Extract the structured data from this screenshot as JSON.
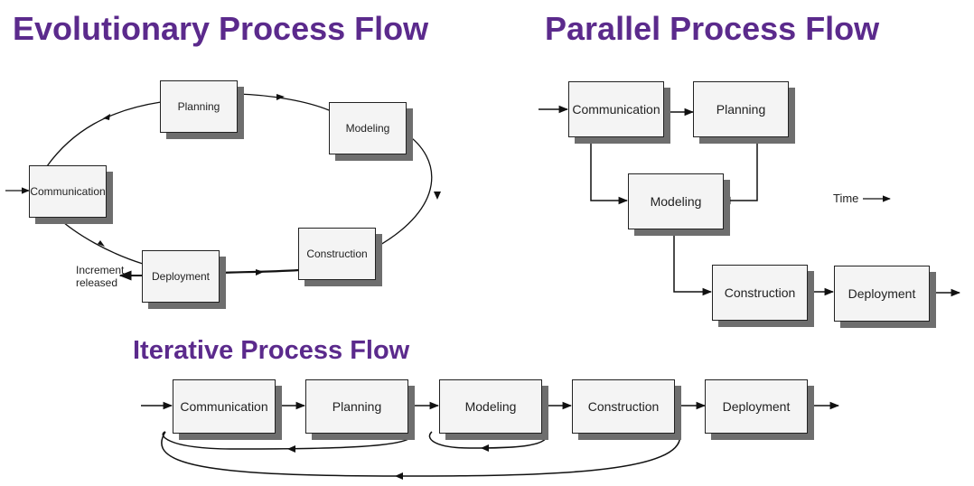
{
  "evolutionary": {
    "title": "Evolutionary Process Flow",
    "nodes": {
      "communication": "Communication",
      "planning": "Planning",
      "modeling": "Modeling",
      "construction": "Construction",
      "deployment": "Deployment"
    },
    "increment_label_line1": "Increment",
    "increment_label_line2": "released"
  },
  "parallel": {
    "title": "Parallel Process Flow",
    "nodes": {
      "communication": "Communication",
      "planning": "Planning",
      "modeling": "Modeling",
      "construction": "Construction",
      "deployment": "Deployment"
    },
    "time_label": "Time"
  },
  "iterative": {
    "title": "Iterative Process Flow",
    "nodes": {
      "communication": "Communication",
      "planning": "Planning",
      "modeling": "Modeling",
      "construction": "Construction",
      "deployment": "Deployment"
    }
  }
}
